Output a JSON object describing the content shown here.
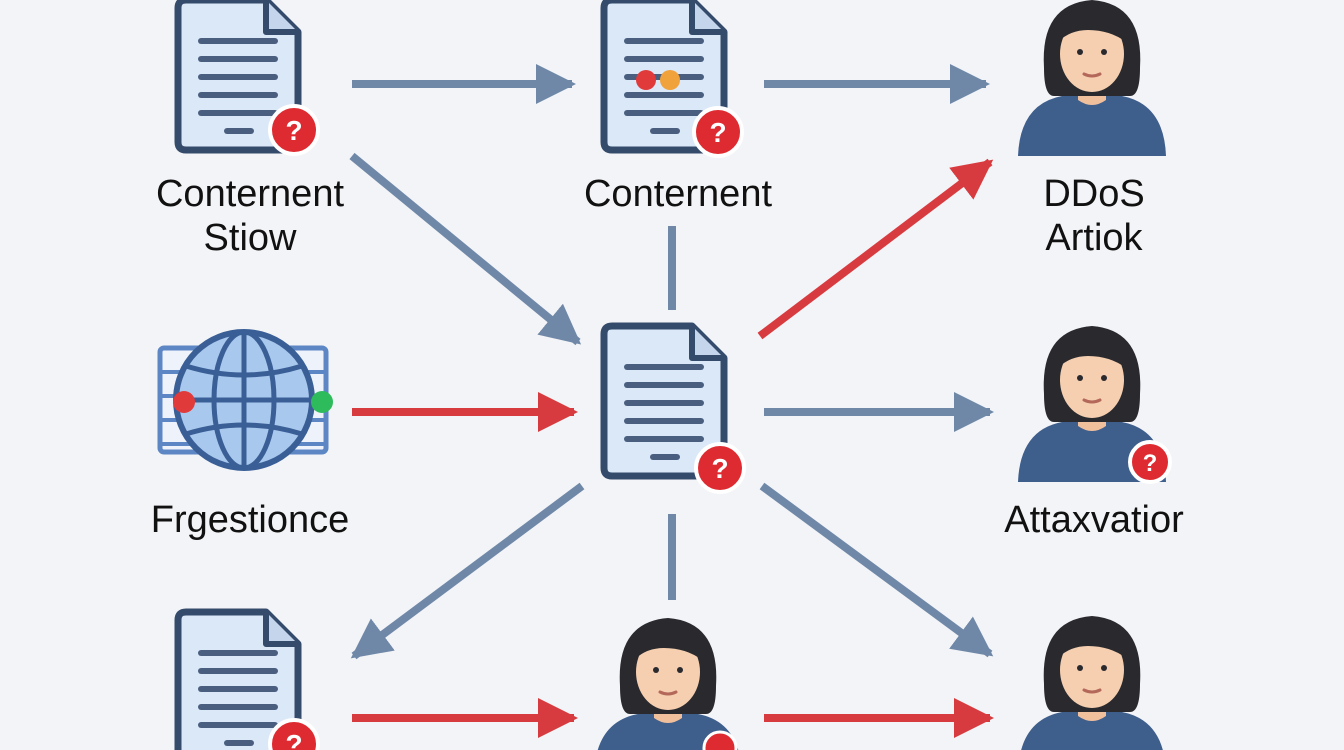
{
  "nodes": {
    "top_left": {
      "label_line1": "Conternent",
      "label_line2": "Stiow"
    },
    "top_center": {
      "label_line1": "Conternent"
    },
    "top_right": {
      "label_line1": "DDoS",
      "label_line2": "Artiok"
    },
    "mid_left": {
      "label_line1": "Frgestionce"
    },
    "mid_right": {
      "label_line1": "Attaxvatior"
    }
  },
  "badge_text": "?",
  "colors": {
    "arrow_blue": "#7088a8",
    "arrow_red": "#d83b3f",
    "badge_red": "#de2b31",
    "doc_outline": "#354b6c",
    "doc_fill": "#dbe8f8",
    "shirt": "#3e5e8c",
    "hair": "#2a2a2e",
    "skin": "#f6cfb0",
    "globe_blue": "#5d86c4",
    "dot_red": "#e03a3a",
    "dot_green": "#2dbb5c",
    "dot_orange": "#f0a23c"
  }
}
